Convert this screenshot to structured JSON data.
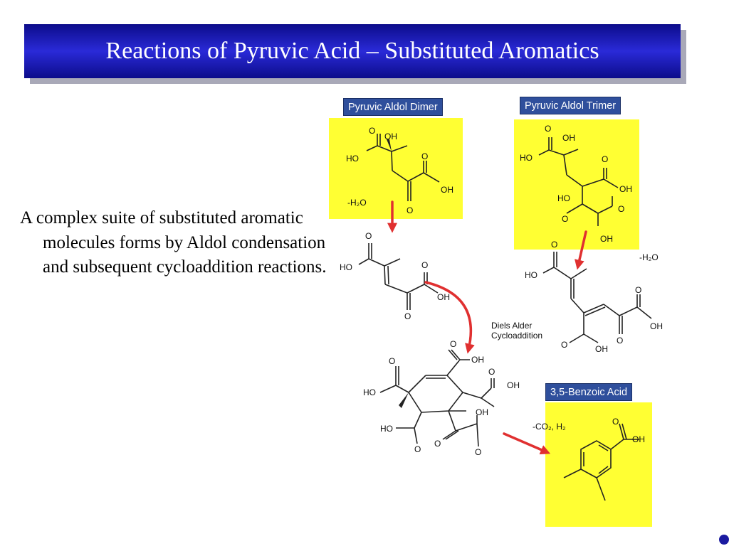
{
  "slide": {
    "title": "Reactions of Pyruvic Acid – Substituted Aromatics",
    "body": "A complex suite of substituted aromatic molecules forms by Aldol condensation and subsequent cycloaddition reactions."
  },
  "labels": {
    "dimer": "Pyruvic Aldol Dimer",
    "trimer": "Pyruvic Aldol Trimer",
    "benzoic": "3,5-Benzoic Acid"
  },
  "notes": {
    "minus_water_left": "-H₂O",
    "minus_water_right": "-H₂O",
    "diels_alder_1": "Diels Alder",
    "diels_alder_2": "Cycloaddition",
    "decarbox": "-CO₂, H₂"
  },
  "atoms": {
    "O": "O",
    "OH": "OH",
    "HO": "HO"
  },
  "colors": {
    "title_bar": "#1a1ab8",
    "highlight": "#ffff33",
    "label_bg": "#2f4f9c",
    "arrow": "#e03030"
  }
}
